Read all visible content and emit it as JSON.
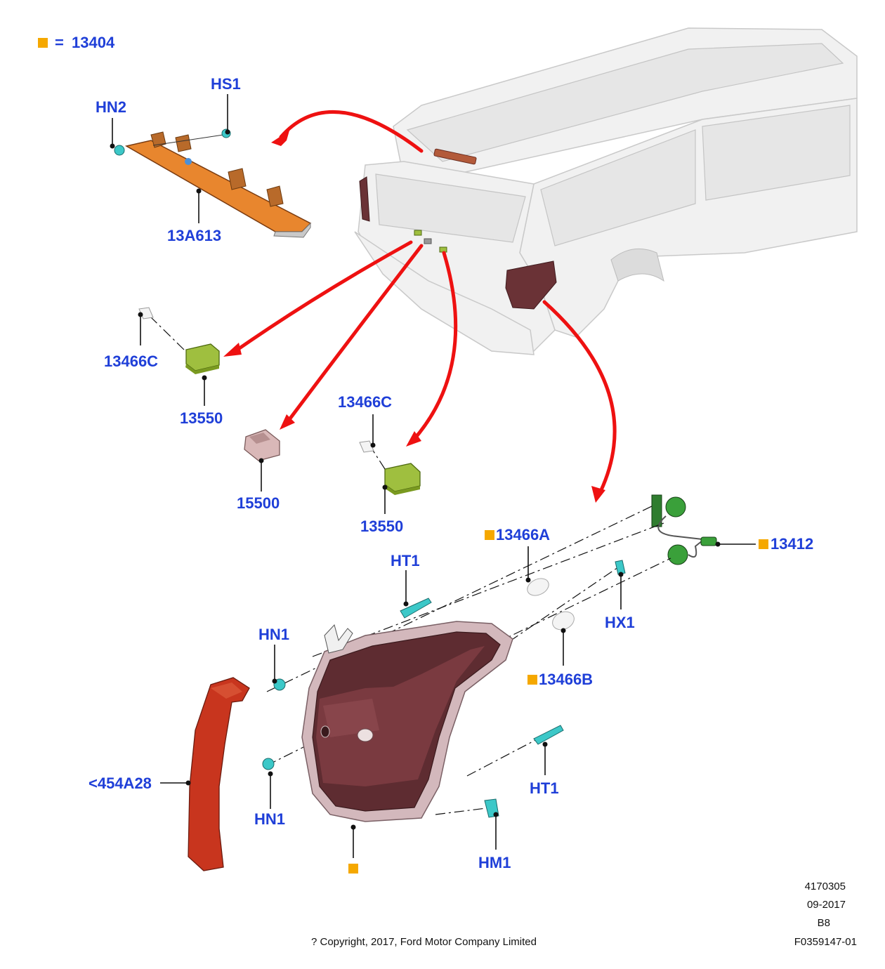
{
  "legend": {
    "symbol": "■",
    "equals": "=",
    "code": "13404",
    "color": "#f5a800"
  },
  "labels": {
    "hn2": "HN2",
    "hs1": "HS1",
    "p13a613": "13A613",
    "p13466c_left": "13466C",
    "p13550_left": "13550",
    "p15500": "15500",
    "p13466c_mid": "13466C",
    "p13550_mid": "13550",
    "p13466a": "13466A",
    "p13412": "13412",
    "ht1_top": "HT1",
    "hx1": "HX1",
    "hn1_top": "HN1",
    "p13466b": "13466B",
    "p454a28": "<454A28",
    "hn1_bottom": "HN1",
    "ht1_bottom": "HT1",
    "hm1": "HM1"
  },
  "marker": "■",
  "footer": {
    "illustration_no": "4170305",
    "date": "09-2017",
    "version": "B8",
    "ref": "F0359147-01",
    "copyright": "? Copyright, 2017, Ford Motor Company Limited"
  },
  "colors": {
    "label": "#1f3fd8",
    "arrow": "#ee1111",
    "lamp_body": "#5a2a2e",
    "trim_panel": "#c8351e",
    "brake_lamp": "#e8862e",
    "license_lamp": "#8fae2e",
    "fastener": "#3cc8c8",
    "marker": "#f5a800"
  },
  "icons": [
    "vehicle-illustration",
    "high-mount-brake-lamp",
    "license-plate-lamp",
    "camera-housing",
    "tail-lamp-assembly",
    "trim-panel",
    "wiring-harness",
    "bulb",
    "fastener"
  ]
}
